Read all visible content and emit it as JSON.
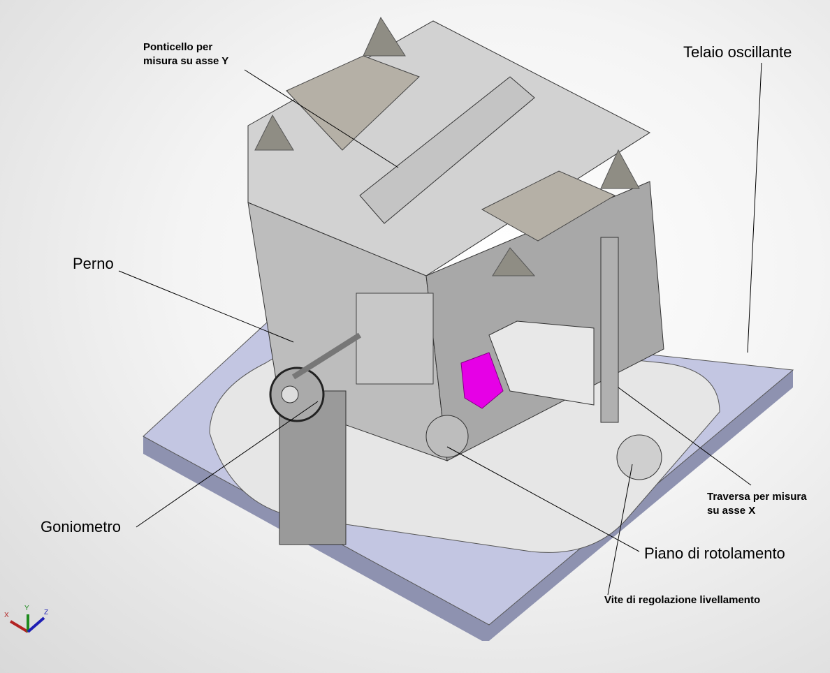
{
  "labels": {
    "ponticello_line1": "Ponticello per",
    "ponticello_line2": "misura su asse Y",
    "telaio": "Telaio oscillante",
    "perno": "Perno",
    "goniometro": "Goniometro",
    "traversa_line1": "Traversa per misura",
    "traversa_line2": "su asse X",
    "piano": "Piano di rotolamento",
    "vite": "Vite di regolazione livellamento"
  },
  "triad": {
    "x": "X",
    "y": "Y",
    "z": "Z"
  },
  "colors": {
    "plate": "#b9bdd9",
    "body": "#c9c9c9",
    "connector": "#e600e6",
    "axis_x": "#b22222",
    "axis_y": "#1e8b1e",
    "axis_z": "#1e1eb4"
  }
}
